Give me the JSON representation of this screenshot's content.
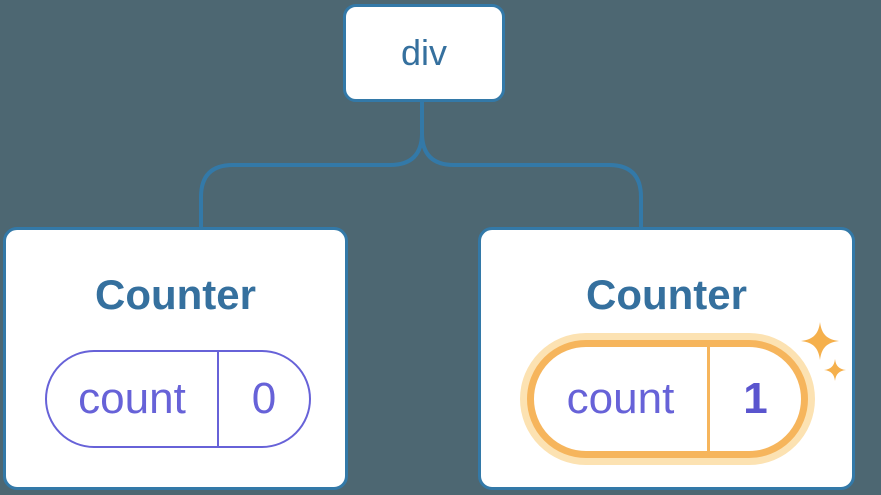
{
  "diagram": {
    "description": "React component tree: a root div element with two Counter children; the second Counter's state changed and is highlighted",
    "root": {
      "label": "div"
    },
    "children": [
      {
        "title": "Counter",
        "state": {
          "name": "count",
          "value": "0"
        },
        "highlighted": false
      },
      {
        "title": "Counter",
        "state": {
          "name": "count",
          "value": "1"
        },
        "highlighted": true
      }
    ],
    "icons": {
      "sparkle": "four-point-star-sparkle"
    }
  },
  "colors": {
    "background": "#4d6772",
    "node_border": "#3379a8",
    "node_text": "#35709e",
    "edge": "#3379a8",
    "state_purple": "#6762d8",
    "state_value_strong": "#5a55ce",
    "highlight_orange": "#f6b55c",
    "highlight_halo": "#fce2b2",
    "sparkle": "#f5b04c"
  }
}
